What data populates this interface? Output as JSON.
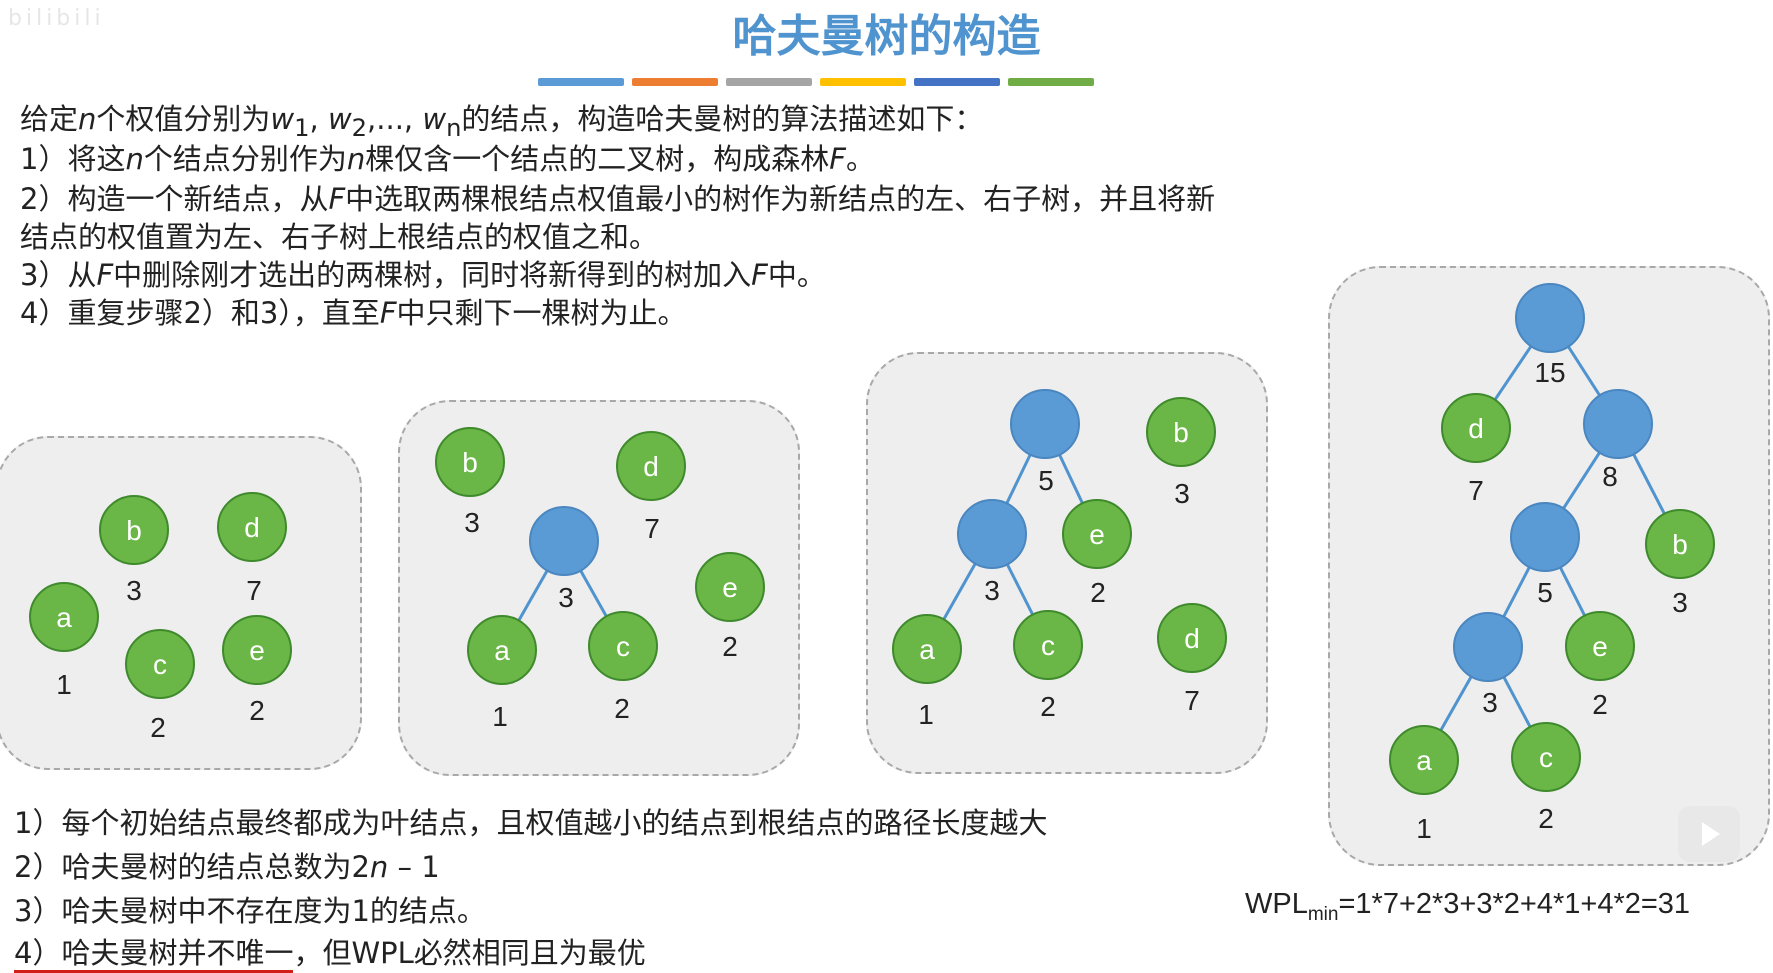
{
  "watermark": "bilibili",
  "title": "哈夫曼树的构造",
  "accent_colors": [
    "#5b9bd5",
    "#ed7d31",
    "#a5a5a5",
    "#ffc000",
    "#4472c4",
    "#70ad47"
  ],
  "intro": {
    "line0_a": "给定",
    "n": "n",
    "line0_b": "个权值分别为",
    "w": "w",
    "sub1": "1",
    "sep1": ", ",
    "sub2": "2",
    "ellipsis": ",..., ",
    "subn": "n",
    "line0_c": "的结点，构造哈夫曼树的算法描述如下：",
    "step1_a": "1）将这",
    "step1_b": "个结点分别作为",
    "step1_c": "棵仅含一个结点的二叉树，构成森林",
    "F": "F",
    "step1_d": "。",
    "step2_a": "2）构造一个新结点，从",
    "step2_b": "中选取两棵根结点权值最小的树作为新结点的左、右子树，并且将新",
    "step2_c": "结点的权值置为左、右子树上根结点的权值之和。",
    "step3_a": "3）从",
    "step3_b": "中删除刚才选出的两棵树，同时将新得到的树加入",
    "step3_c": "中。",
    "step4_a": "4）重复步骤2）和3），直至",
    "step4_b": "中只剩下一棵树为止。"
  },
  "trees": {
    "labels": [
      "a",
      "b",
      "c",
      "d",
      "e",
      "1",
      "2",
      "3",
      "5",
      "7",
      "8",
      "15"
    ]
  },
  "properties": {
    "p1": "1）每个初始结点最终都成为叶结点，且权值越小的结点到根结点的路径长度越大",
    "p2_a": "2）哈夫曼树的结点总数为2",
    "p2_n": "n",
    "p2_b": " – 1",
    "p3": "3）哈夫曼树中不存在度为1的结点。",
    "p4_a": "4）哈夫曼树并不唯一",
    "p4_b": "，但WPL必然相同且为最优"
  },
  "wpl": {
    "prefix": "WPL",
    "sub": "min",
    "formula": "=1*7+2*3+3*2+4*1+4*2=31"
  }
}
